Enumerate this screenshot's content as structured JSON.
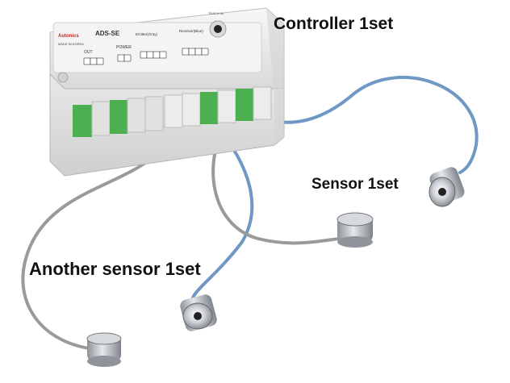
{
  "labels": {
    "controller": "Controller 1set",
    "sensor": "Sensor 1set",
    "another_sensor": "Another sensor 1set"
  },
  "device": {
    "brand": "Autonics",
    "model": "ADS-SE",
    "made_in": "MADE IN KOREA",
    "teach_label": "TEACH IN",
    "out_label": "OUT",
    "power_label": "POWER",
    "emitter_label": "Emitter(Gray)",
    "receiver_label": "Receiver(Blue)"
  },
  "colors": {
    "housing": "#eeeeee",
    "terminal_green": "#4caf50",
    "cable_blue": "#6f98c4",
    "cable_gray": "#9a9a9a",
    "sensor_metal": "#b8bcc2",
    "label_text": "#111111"
  },
  "icons": [
    "teach-button-icon",
    "sensor-head-icon",
    "terminal-block-icon"
  ]
}
